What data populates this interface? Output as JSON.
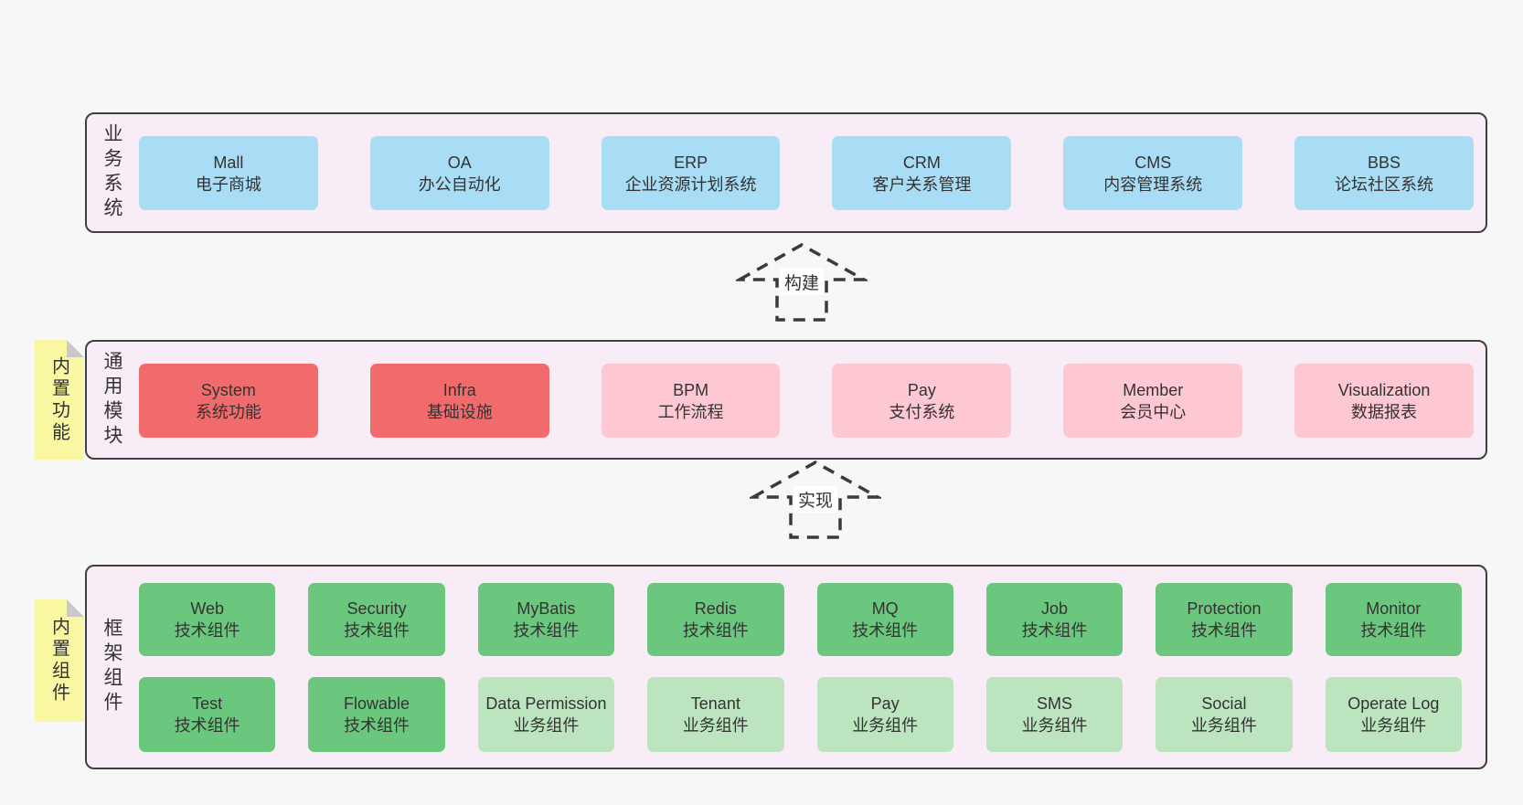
{
  "diagram": {
    "sections": {
      "business": {
        "label": "业务系统",
        "boxes": [
          {
            "name": "Mall",
            "desc": "电子商城",
            "variant": "blue"
          },
          {
            "name": "OA",
            "desc": "办公自动化",
            "variant": "blue"
          },
          {
            "name": "ERP",
            "desc": "企业资源计划系统",
            "variant": "blue"
          },
          {
            "name": "CRM",
            "desc": "客户关系管理",
            "variant": "blue"
          },
          {
            "name": "CMS",
            "desc": "内容管理系统",
            "variant": "blue"
          },
          {
            "name": "BBS",
            "desc": "论坛社区系统",
            "variant": "blue"
          }
        ]
      },
      "modules": {
        "label": "通用模块",
        "sticky": "内置功能",
        "boxes": [
          {
            "name": "System",
            "desc": "系统功能",
            "variant": "red"
          },
          {
            "name": "Infra",
            "desc": "基础设施",
            "variant": "red"
          },
          {
            "name": "BPM",
            "desc": "工作流程",
            "variant": "pink"
          },
          {
            "name": "Pay",
            "desc": "支付系统",
            "variant": "pink"
          },
          {
            "name": "Member",
            "desc": "会员中心",
            "variant": "pink"
          },
          {
            "name": "Visualization",
            "desc": "数据报表",
            "variant": "pink"
          }
        ]
      },
      "components": {
        "label": "框架组件",
        "sticky": "内置组件",
        "row1": [
          {
            "name": "Web",
            "desc": "技术组件",
            "variant": "green"
          },
          {
            "name": "Security",
            "desc": "技术组件",
            "variant": "green"
          },
          {
            "name": "MyBatis",
            "desc": "技术组件",
            "variant": "green"
          },
          {
            "name": "Redis",
            "desc": "技术组件",
            "variant": "green"
          },
          {
            "name": "MQ",
            "desc": "技术组件",
            "variant": "green"
          },
          {
            "name": "Job",
            "desc": "技术组件",
            "variant": "green"
          },
          {
            "name": "Protection",
            "desc": "技术组件",
            "variant": "green"
          },
          {
            "name": "Monitor",
            "desc": "技术组件",
            "variant": "green"
          }
        ],
        "row2": [
          {
            "name": "Test",
            "desc": "技术组件",
            "variant": "green"
          },
          {
            "name": "Flowable",
            "desc": "技术组件",
            "variant": "green"
          },
          {
            "name": "Data Permission",
            "desc": "业务组件",
            "variant": "lightgreen"
          },
          {
            "name": "Tenant",
            "desc": "业务组件",
            "variant": "lightgreen"
          },
          {
            "name": "Pay",
            "desc": "业务组件",
            "variant": "lightgreen"
          },
          {
            "name": "SMS",
            "desc": "业务组件",
            "variant": "lightgreen"
          },
          {
            "name": "Social",
            "desc": "业务组件",
            "variant": "lightgreen"
          },
          {
            "name": "Operate Log",
            "desc": "业务组件",
            "variant": "lightgreen"
          }
        ]
      }
    },
    "arrows": {
      "build": "构建",
      "implement": "实现"
    },
    "colors": {
      "page_background": "#f7f7f7",
      "section_background": "#f8edf6",
      "section_border": "#3f3f3f",
      "blue_box": "#a9dcf5",
      "red_box": "#f26b6c",
      "pink_box": "#fdc8d2",
      "green_box": "#6bc77e",
      "light_green_box": "#bbe4bf",
      "sticky_yellow": "#f9f7a1",
      "sticky_fold_gray": "#c9c9c9",
      "text": "#333333",
      "arrow_stroke": "#3a3a3a",
      "arrow_label_background": "#ffffff"
    }
  }
}
